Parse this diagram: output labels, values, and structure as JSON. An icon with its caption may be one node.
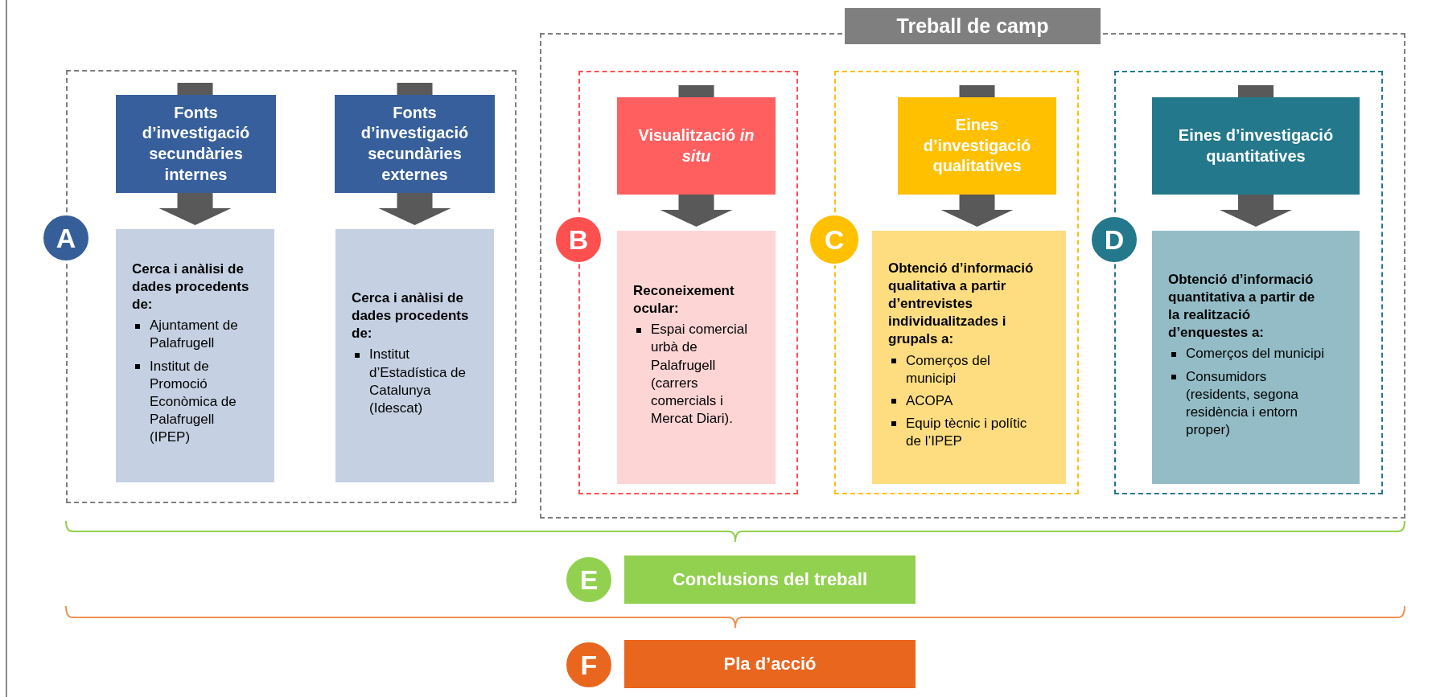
{
  "diagram": {
    "nodes": [
      {
        "text": [],
        "shape": "box"
      },
      {
        "text": [
          "A"
        ]
      },
      {
        "text": [
          "Fonts d’investigació secundàries internes"
        ],
        "in": 0
      },
      {
        "text": [
          "Cerca i anàlisi de dades procedents de:",
          "Ajuntament de Palafrugell",
          "Institut de Promoció Econòmica de Palafrugell (IPEP)"
        ],
        "in": 0
      },
      {
        "text": [
          "Fonts d’investigació secundàries externes"
        ],
        "in": 0
      },
      {
        "text": [
          "Cerca i anàlisi de dades procedents de:",
          "Institut d’Estadística de Catalunya (Idescat)"
        ],
        "in": 0
      },
      {
        "text": [
          "Treball de camp"
        ]
      },
      {
        "text": [],
        "shape": "box",
        "in": 6
      },
      {
        "text": [
          "B"
        ],
        "in": 6
      },
      {
        "text": [
          "Visualització *in situ*"
        ],
        "in": 7
      },
      {
        "text": [
          "Reconeixement ocular:",
          "Espai comercial urbà de Palafrugell (carrers comercials i Mercat Diari)."
        ],
        "in": 7
      },
      {
        "text": [],
        "shape": "box",
        "in": 6
      },
      {
        "text": [
          "C"
        ],
        "in": 6
      },
      {
        "text": [
          "Eines d’investigació qualitatives"
        ],
        "in": 11
      },
      {
        "text": [
          "Obtenció d’informació qualitativa a partir d’entrevistes individualitzades i grupals a:",
          "Comerços del municipi",
          "ACOPA",
          "Equip tècnic i polític de l’IPEP"
        ],
        "in": 11
      },
      {
        "text": [],
        "shape": "box",
        "in": 6
      },
      {
        "text": [
          "D"
        ],
        "in": 6
      },
      {
        "text": [
          "Eines d’investigació quantitatives"
        ],
        "in": 15
      },
      {
        "text": [
          "Obtenció d’informació quantitativa a partir de la realització d’enquestes a:",
          "Comerços del municipi",
          "Consumidors (residents, segona residència i entorn proper)"
        ],
        "in": 15
      },
      {
        "text": [
          "E"
        ]
      },
      {
        "text": [
          "Conclusions del treball"
        ]
      },
      {
        "text": [
          "F"
        ]
      },
      {
        "text": [
          "Pla d’acció"
        ]
      }
    ],
    "edges": [
      {
        "from": 2,
        "to": 3,
        "arrow": "to"
      },
      {
        "from": 4,
        "to": 5,
        "arrow": "to"
      },
      {
        "from": 9,
        "to": 10,
        "arrow": "to"
      },
      {
        "from": 13,
        "to": 14,
        "arrow": "to"
      },
      {
        "from": 17,
        "to": 18,
        "arrow": "to"
      }
    ]
  }
}
